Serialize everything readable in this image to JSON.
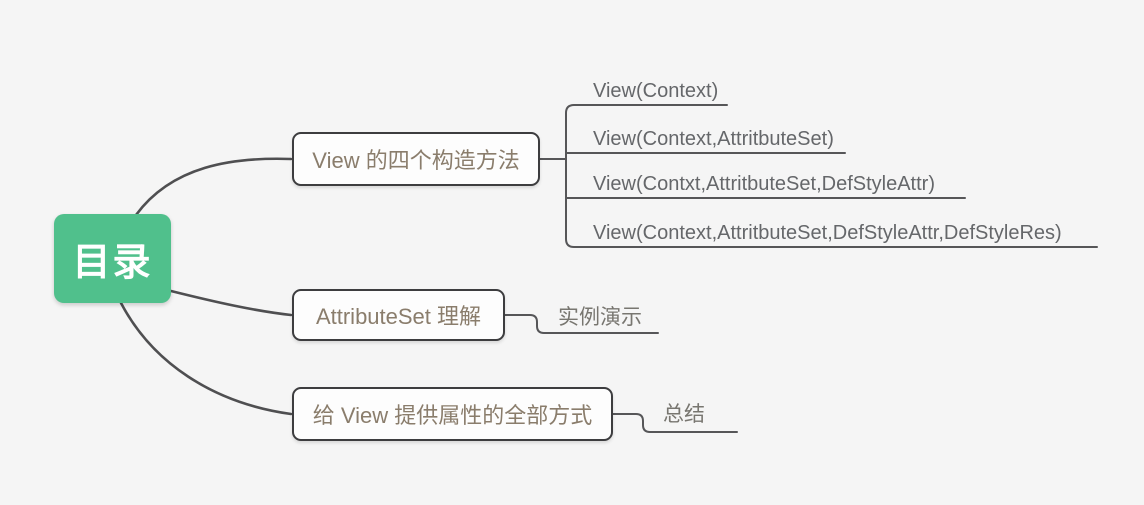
{
  "canvas": {
    "background_color": "#f5f5f5",
    "line_color": "#565658"
  },
  "root": {
    "label": "目录",
    "fill_color": "#50c08c",
    "text_color": "#ffffff"
  },
  "branches": [
    {
      "label": "View 的四个构造方法",
      "children": [
        {
          "label": "View(Context)"
        },
        {
          "label": "View(Context,AttritbuteSet)"
        },
        {
          "label": "View(Contxt,AttritbuteSet,DefStyleAttr)"
        },
        {
          "label": "View(Context,AttritbuteSet,DefStyleAttr,DefStyleRes)"
        }
      ]
    },
    {
      "label": "AttributeSet 理解",
      "children": [
        {
          "label": "实例演示"
        }
      ]
    },
    {
      "label": "给 View 提供属性的全部方式",
      "children": [
        {
          "label": "总结"
        }
      ]
    }
  ]
}
